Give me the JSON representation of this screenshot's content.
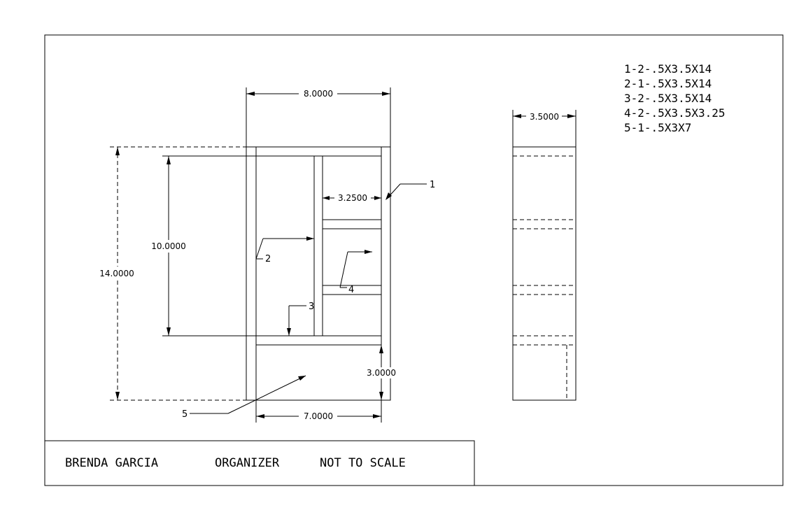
{
  "dimensions": {
    "overall_width": "8.0000",
    "overall_height": "14.0000",
    "inner_height": "10.0000",
    "shelf_width": "3.2500",
    "bottom_height": "3.0000",
    "bottom_width": "7.0000",
    "depth": "3.5000"
  },
  "callouts": [
    "1",
    "2",
    "3",
    "4",
    "5"
  ],
  "cut_list": [
    "1-2-.5X3.5X14",
    "2-1-.5X3.5X14",
    "3-2-.5X3.5X14",
    "4-2-.5X3.5X3.25",
    "5-1-.5X3X7"
  ],
  "title_block": {
    "author": "BRENDA GARCIA",
    "project": "ORGANIZER",
    "scale_note": "NOT TO SCALE"
  }
}
